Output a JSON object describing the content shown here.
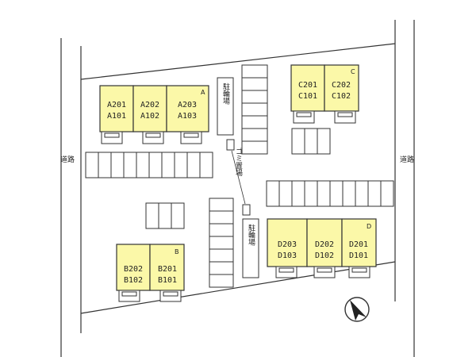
{
  "colors": {
    "unit_fill": "#fbf8a8",
    "outline": "#333333",
    "background": "#ffffff"
  },
  "labels": {
    "road_left": "道路",
    "road_right": "道路",
    "bike_parking_top": "駐輪場",
    "bike_parking_bottom": "駐輪場",
    "garbage": "ゴミ置場"
  },
  "buildings": {
    "A": {
      "tag": "A",
      "units": [
        {
          "top": "A201",
          "bottom": "A101"
        },
        {
          "top": "A202",
          "bottom": "A102"
        },
        {
          "top": "A203",
          "bottom": "A103"
        }
      ]
    },
    "B": {
      "tag": "B",
      "units": [
        {
          "top": "B202",
          "bottom": "B102"
        },
        {
          "top": "B201",
          "bottom": "B101"
        }
      ]
    },
    "C": {
      "tag": "C",
      "units": [
        {
          "top": "C201",
          "bottom": "C101"
        },
        {
          "top": "C202",
          "bottom": "C102"
        }
      ]
    },
    "D": {
      "tag": "D",
      "units": [
        {
          "top": "D203",
          "bottom": "D103"
        },
        {
          "top": "D202",
          "bottom": "D102"
        },
        {
          "top": "D201",
          "bottom": "D101"
        }
      ]
    }
  },
  "icons": {
    "compass": "north-arrow-icon"
  }
}
